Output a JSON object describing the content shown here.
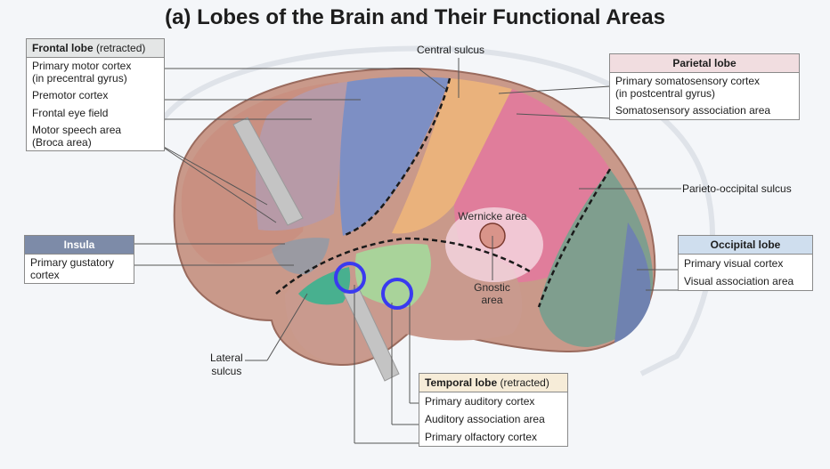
{
  "title": "(a) Lobes of the Brain and Their Functional Areas",
  "frontal": {
    "name": "Frontal lobe",
    "note": "(retracted)",
    "items": [
      {
        "line1": "Primary motor cortex",
        "line2": "(in precentral gyrus)"
      },
      {
        "line1": "Premotor cortex",
        "line2": ""
      },
      {
        "line1": "Frontal eye field",
        "line2": ""
      },
      {
        "line1": "Motor speech area",
        "line2": "(Broca area)"
      }
    ]
  },
  "insula": {
    "name": "Insula",
    "item_line1": "Primary gustatory",
    "item_line2": "cortex"
  },
  "parietal": {
    "name": "Parietal lobe",
    "items": [
      {
        "line1": "Primary somatosensory cortex",
        "line2": "(in postcentral gyrus)"
      },
      {
        "line1": "Somatosensory association area",
        "line2": ""
      }
    ]
  },
  "occipital": {
    "name": "Occipital lobe",
    "items": [
      "Primary visual cortex",
      "Visual association area"
    ]
  },
  "temporal": {
    "name": "Temporal lobe",
    "note": "(retracted)",
    "items": [
      "Primary auditory cortex",
      "Auditory association area",
      "Primary olfactory cortex"
    ]
  },
  "labels": {
    "central_sulcus": "Central sulcus",
    "parieto_occipital": "Parieto-occipital sulcus",
    "lateral_line1": "Lateral",
    "lateral_line2": "sulcus",
    "wernicke": "Wernicke area",
    "gnostic_line1": "Gnostic",
    "gnostic_line2": "area"
  },
  "colors": {
    "motor": "#7d8fc4",
    "premotor": "#b79aa7",
    "prefrontal": "#c9998a",
    "sensory": "#eab27c",
    "parietal_assoc": "#e07d9b",
    "occipital": "#7f9e8e",
    "visual_assoc": "#6f82b0",
    "temporal": "#c99a8e",
    "auditory": "#a9d39a",
    "olfactory": "#48b08f",
    "highlight": "#3a3af0"
  }
}
